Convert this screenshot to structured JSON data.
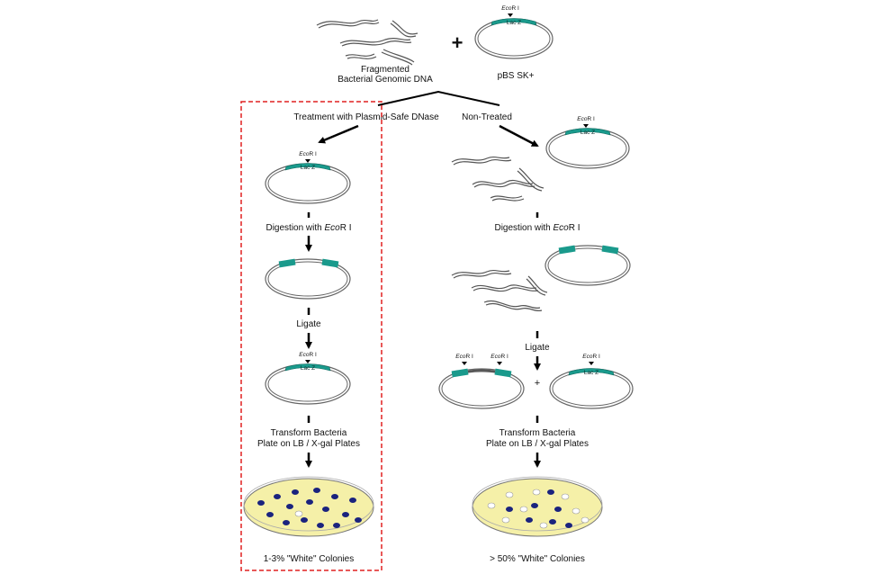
{
  "top": {
    "genomic_label_line1": "Fragmented",
    "genomic_label_line2": "Bacterial Genomic DNA",
    "plus": "+",
    "plasmid_name": "pBS SK+"
  },
  "plasmid": {
    "site_prefix": "Eco",
    "site_suffix": "R I",
    "gene": "Lac Z"
  },
  "branches": {
    "treated": "Treatment with Plasmid-Safe DNase",
    "untreated": "Non-Treated"
  },
  "steps": {
    "digestion_prefix": "Digestion with ",
    "digestion_enzyme": "Eco",
    "digestion_suffix": "R I",
    "ligate": "Ligate",
    "transform_line1": "Transform Bacteria",
    "transform_line2": "Plate on LB / X-gal Plates",
    "plus": "+"
  },
  "results": {
    "treated": "1-3% \"White\" Colonies",
    "untreated": "> 50% \"White\" Colonies"
  },
  "colors": {
    "lacz": "#1a9a8c",
    "plate": "#f5f0a8",
    "blue_colony": "#1a237e",
    "highlight_box": "#e02020"
  }
}
